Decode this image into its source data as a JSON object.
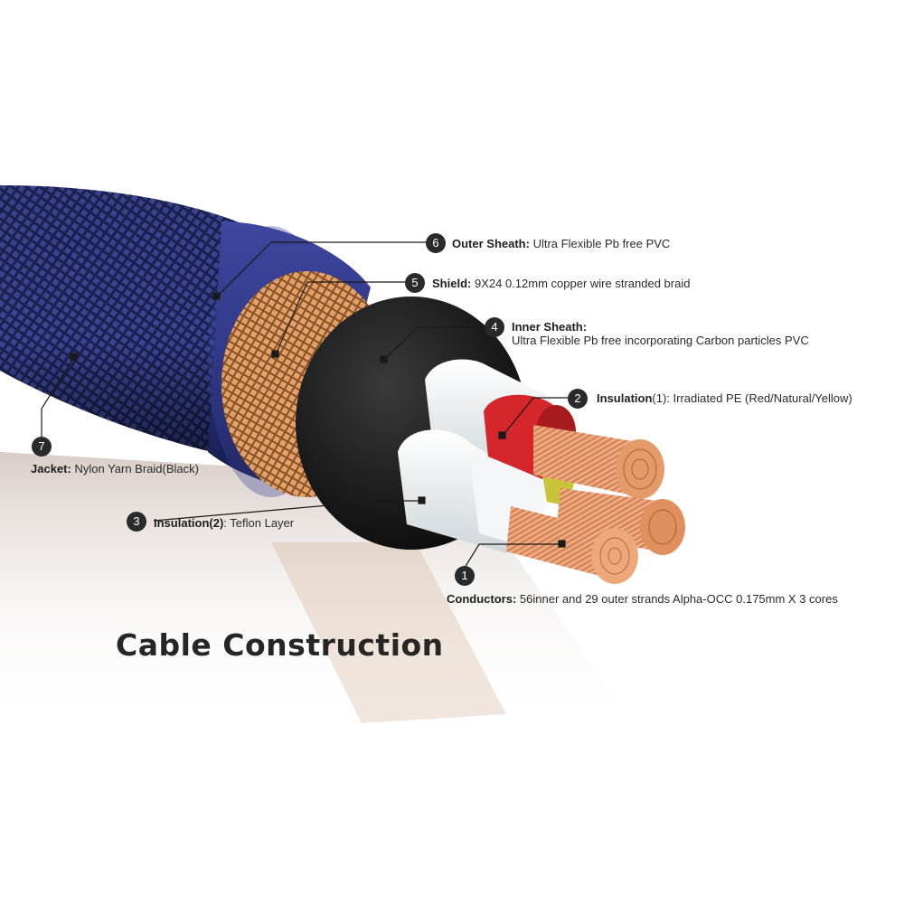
{
  "title": "Cable Construction",
  "layers": [
    {
      "num": "6",
      "name": "Outer Sheath",
      "desc": "Ultra Flexible Pb free PVC"
    },
    {
      "num": "5",
      "name": "Shield",
      "desc": "9X24 0.12mm copper wire stranded braid"
    },
    {
      "num": "4",
      "name": "Inner Sheath:",
      "desc": "Ultra Flexible Pb free incorporating Carbon particles PVC"
    },
    {
      "num": "2",
      "name": "Insulation",
      "suffix": "(1)",
      "desc": "Irradiated PE (Red/Natural/Yellow)"
    },
    {
      "num": "7",
      "name": "Jacket",
      "desc": "Nylon Yarn Braid(Black)"
    },
    {
      "num": "3",
      "name": "Insulation",
      "suffix": "(2)",
      "desc": "Teflon Layer"
    },
    {
      "num": "1",
      "name": "Conductors",
      "desc": "56inner and 29 outer strands Alpha-OCC 0.175mm X 3 cores"
    }
  ],
  "colors": {
    "jacket": "#22295a",
    "outer_sheath": "#2d3580",
    "shield": "#c98a52",
    "inner_sheath": "#121212",
    "insulation_white": "#eef0f1",
    "insulation_red": "#d4262b",
    "copper": "#d9875a",
    "leader": "#1a1a1a"
  }
}
